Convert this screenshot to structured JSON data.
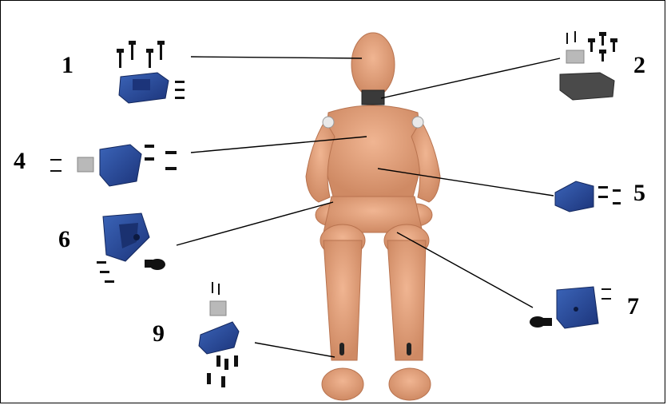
{
  "labels": {
    "n1": "1",
    "n2": "2",
    "n4": "4",
    "n5": "5",
    "n6": "6",
    "n7": "7",
    "n9": "9"
  },
  "colors": {
    "dummy": "#e3a07b",
    "dummy_shade": "#c9835e",
    "bracket_blue": "#2a4d9a",
    "bracket_dark": "#1a3170",
    "aluminum": "#b9b9b9",
    "dark_block": "#4a4a4a",
    "screw": "#111111",
    "leader": "#000000"
  },
  "icons": [
    "anthropomorphic-test-dummy",
    "mount-bracket",
    "screw"
  ]
}
